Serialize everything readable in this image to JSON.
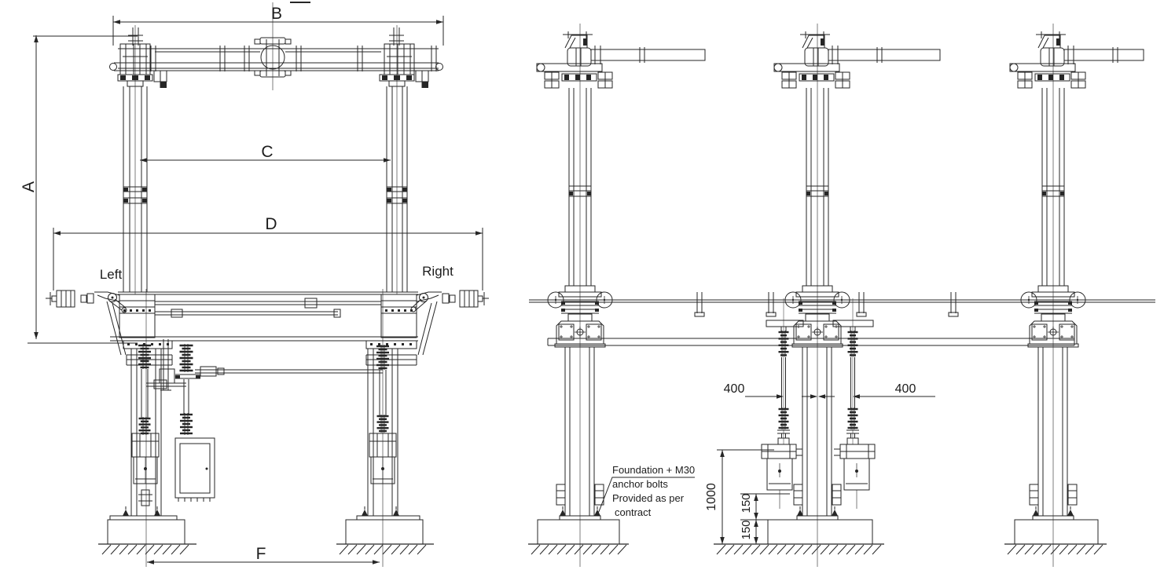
{
  "dims": {
    "A": "A",
    "B": "B",
    "C": "C",
    "D": "D",
    "F": "F",
    "left_400": "400",
    "right_400": "400",
    "height_1000": "1000",
    "level_150_upper": "150",
    "level_150_lower": "150"
  },
  "labels": {
    "left": "Left",
    "right": "Right"
  },
  "note": {
    "line1": "Foundation + M30",
    "line2": "anchor bolts",
    "line3": "Provided as per",
    "line4": "contract"
  },
  "colors": {
    "line": "#262626",
    "background": "#ffffff"
  }
}
